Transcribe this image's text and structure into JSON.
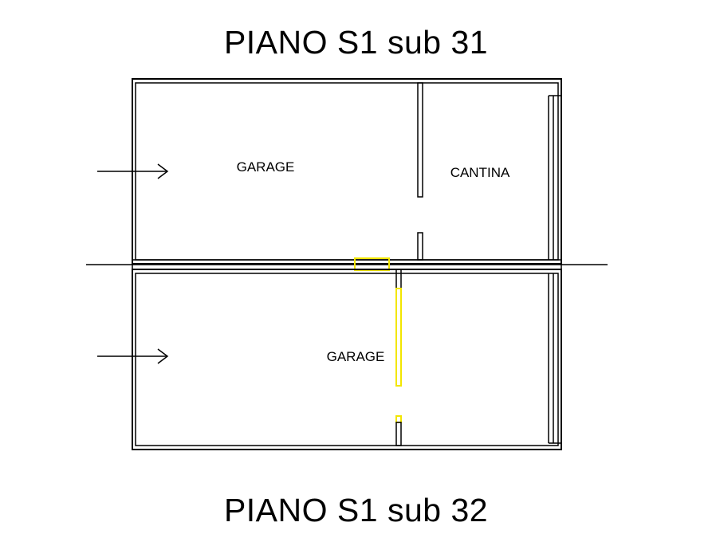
{
  "titles": {
    "top": "PIANO S1 sub 31",
    "bottom": "PIANO S1 sub 32"
  },
  "rooms": {
    "garage_upper": "GARAGE",
    "cantina": "CANTINA",
    "garage_lower": "GARAGE"
  },
  "colors": {
    "walls": "#000000",
    "highlight": "#f2e600"
  },
  "icons": [
    "entrance-arrow-icon",
    "entrance-arrow-icon"
  ]
}
